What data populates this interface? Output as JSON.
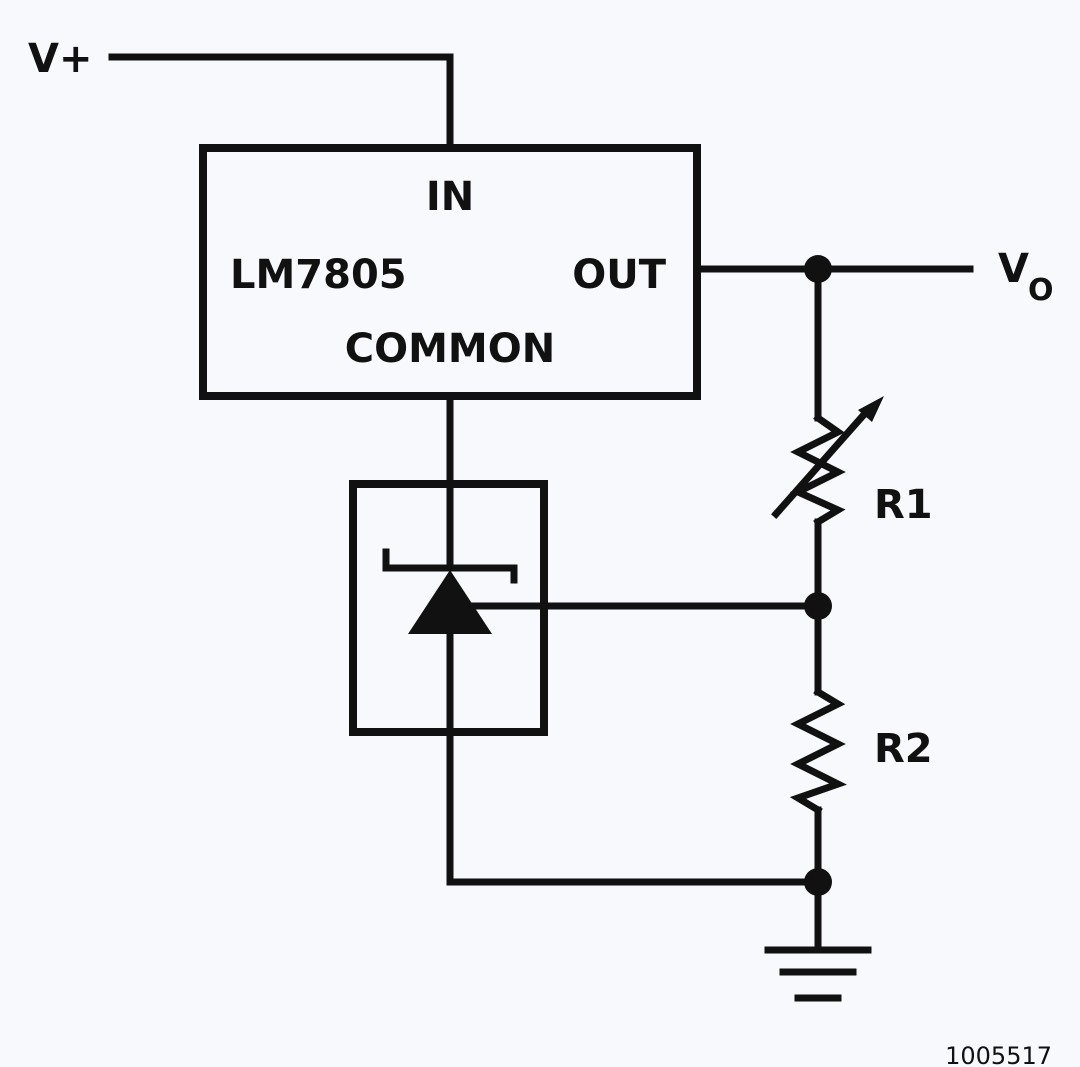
{
  "labels": {
    "vplus": "V+",
    "regulator_name": "LM7805",
    "pin_in": "IN",
    "pin_out": "OUT",
    "pin_common": "COMMON",
    "vout_main": "V",
    "vout_sub": "O",
    "r1": "R1",
    "r2": "R2",
    "figure_id": "1005517"
  },
  "colors": {
    "ink": "#111111",
    "background": "#f7f9fc"
  }
}
